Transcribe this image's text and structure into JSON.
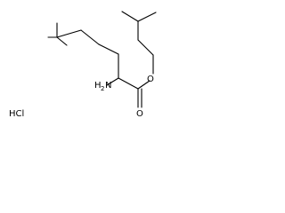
{
  "molecule": {
    "labels": {
      "amine_main": "H",
      "amine_sub": "2",
      "amine_n": "N",
      "ester_o": "O",
      "carbonyl_o": "O",
      "salt": "HCl"
    }
  }
}
